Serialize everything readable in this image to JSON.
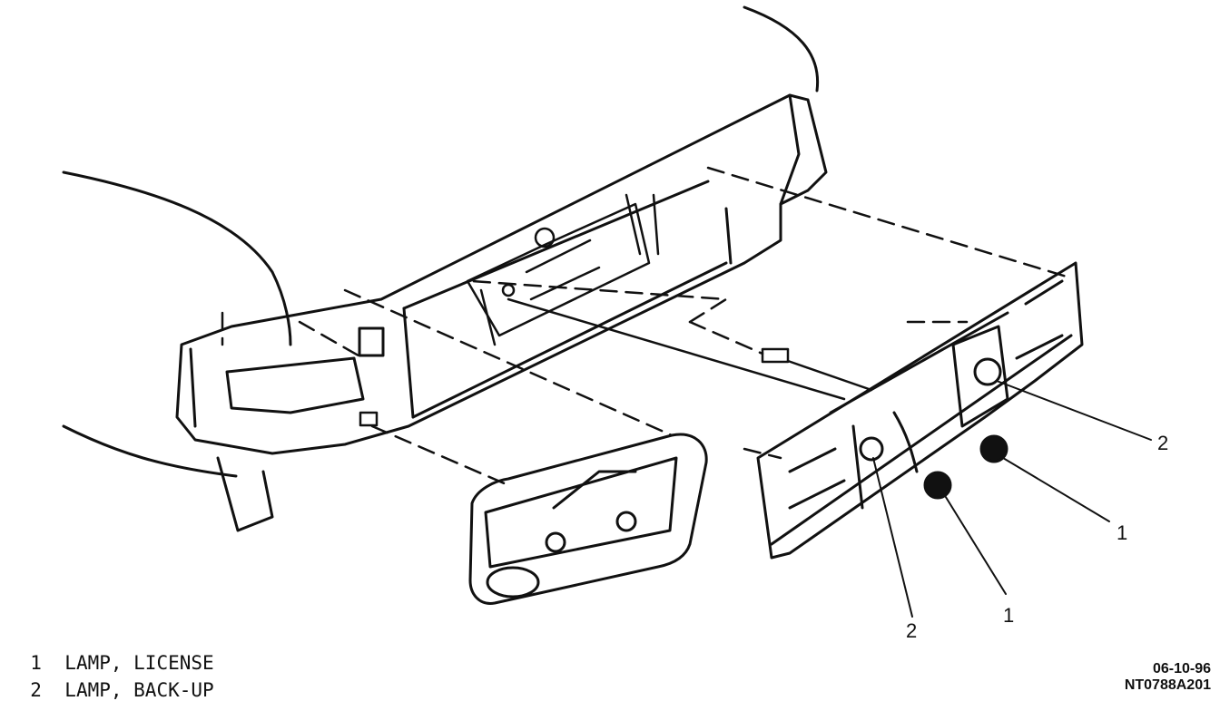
{
  "callouts": [
    {
      "number": "2",
      "part": "lamp-backup"
    },
    {
      "number": "1",
      "part": "lamp-license"
    },
    {
      "number": "1",
      "part": "lamp-license"
    },
    {
      "number": "2",
      "part": "lamp-backup"
    }
  ],
  "legend": [
    {
      "number": "1",
      "label": "LAMP, LICENSE"
    },
    {
      "number": "2",
      "label": "LAMP, BACK-UP"
    }
  ],
  "stamp": {
    "date": "06-10-96",
    "code": "NT0788A201"
  },
  "colors": {
    "ink": "#111111",
    "paper": "#ffffff"
  }
}
